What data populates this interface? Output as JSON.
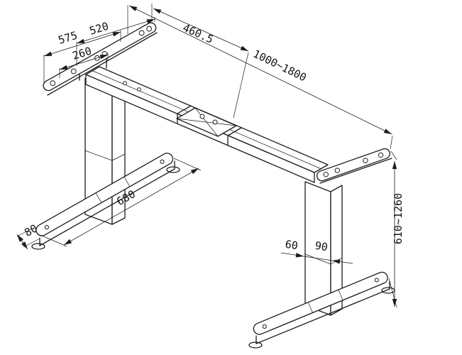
{
  "annotations": {
    "d575": "575",
    "d520": "520",
    "d260": "260",
    "d460_5": "460.5",
    "d1000_1800": "1000~1800",
    "d680": "680",
    "d80": "80",
    "d60": "60",
    "d90": "90",
    "d610_1260": "610~1260"
  },
  "colors": {
    "line": "#1c1c1c",
    "background": "#ffffff"
  }
}
